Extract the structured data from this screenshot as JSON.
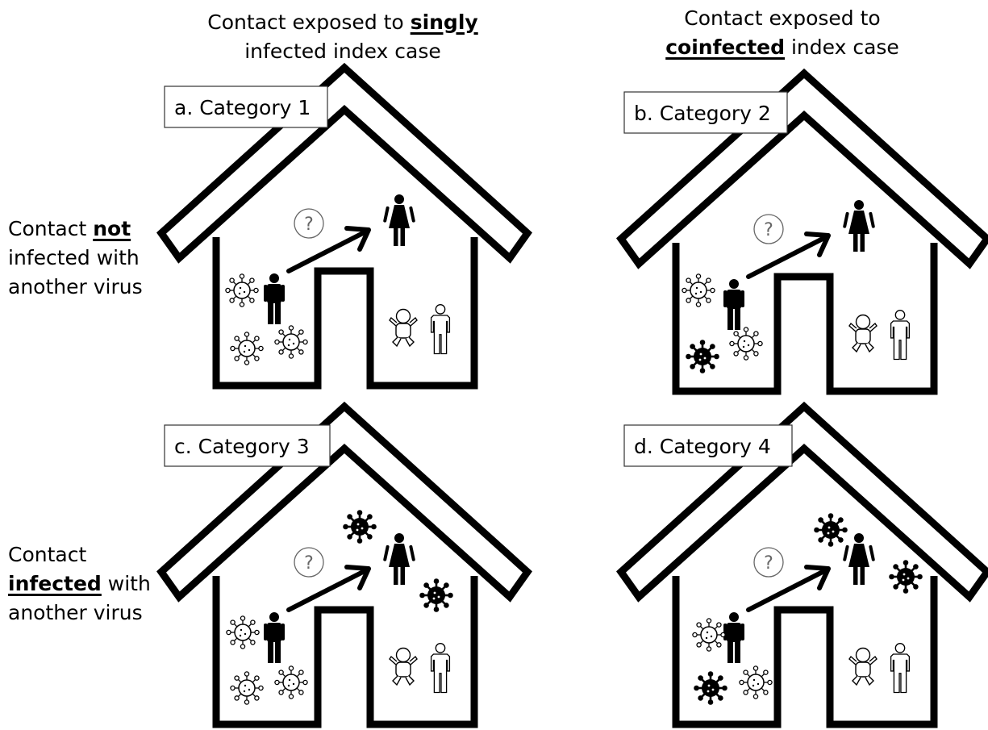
{
  "column_headers": [
    {
      "line1": [
        "Contact exposed to ",
        "singly"
      ],
      "line2": "infected index case"
    },
    {
      "line1": "Contact exposed to",
      "line2": [
        "coinfected",
        " index case"
      ]
    }
  ],
  "row_headers": [
    {
      "line1": [
        "Contact ",
        "not"
      ],
      "line2": "infected with",
      "line3": "another virus"
    },
    {
      "line1": "Contact",
      "line2": [
        "infected",
        " with"
      ],
      "line3": "another virus"
    }
  ],
  "panels": [
    {
      "label": "a. Category 1",
      "question_mark": "?",
      "viruses": [
        "outline-virus",
        "outline-virus",
        "outline-virus"
      ],
      "people": [
        "index-case-man",
        "contact-woman",
        "baby",
        "outline-man"
      ]
    },
    {
      "label": "b. Category 2",
      "question_mark": "?",
      "viruses": [
        "outline-virus",
        "filled-virus",
        "outline-virus"
      ],
      "people": [
        "index-case-man",
        "contact-woman",
        "baby",
        "outline-man"
      ]
    },
    {
      "label": "c. Category 3",
      "question_mark": "?",
      "viruses": [
        "outline-virus",
        "outline-virus",
        "outline-virus",
        "filled-virus",
        "filled-virus"
      ],
      "people": [
        "index-case-man",
        "contact-woman",
        "baby",
        "outline-man"
      ]
    },
    {
      "label": "d. Category 4",
      "question_mark": "?",
      "viruses": [
        "outline-virus",
        "filled-virus",
        "outline-virus",
        "filled-virus",
        "filled-virus"
      ],
      "people": [
        "index-case-man",
        "contact-woman",
        "baby",
        "outline-man"
      ]
    }
  ],
  "colors": {
    "ink": "#000000",
    "background": "#ffffff",
    "question_circle": "#666666"
  }
}
